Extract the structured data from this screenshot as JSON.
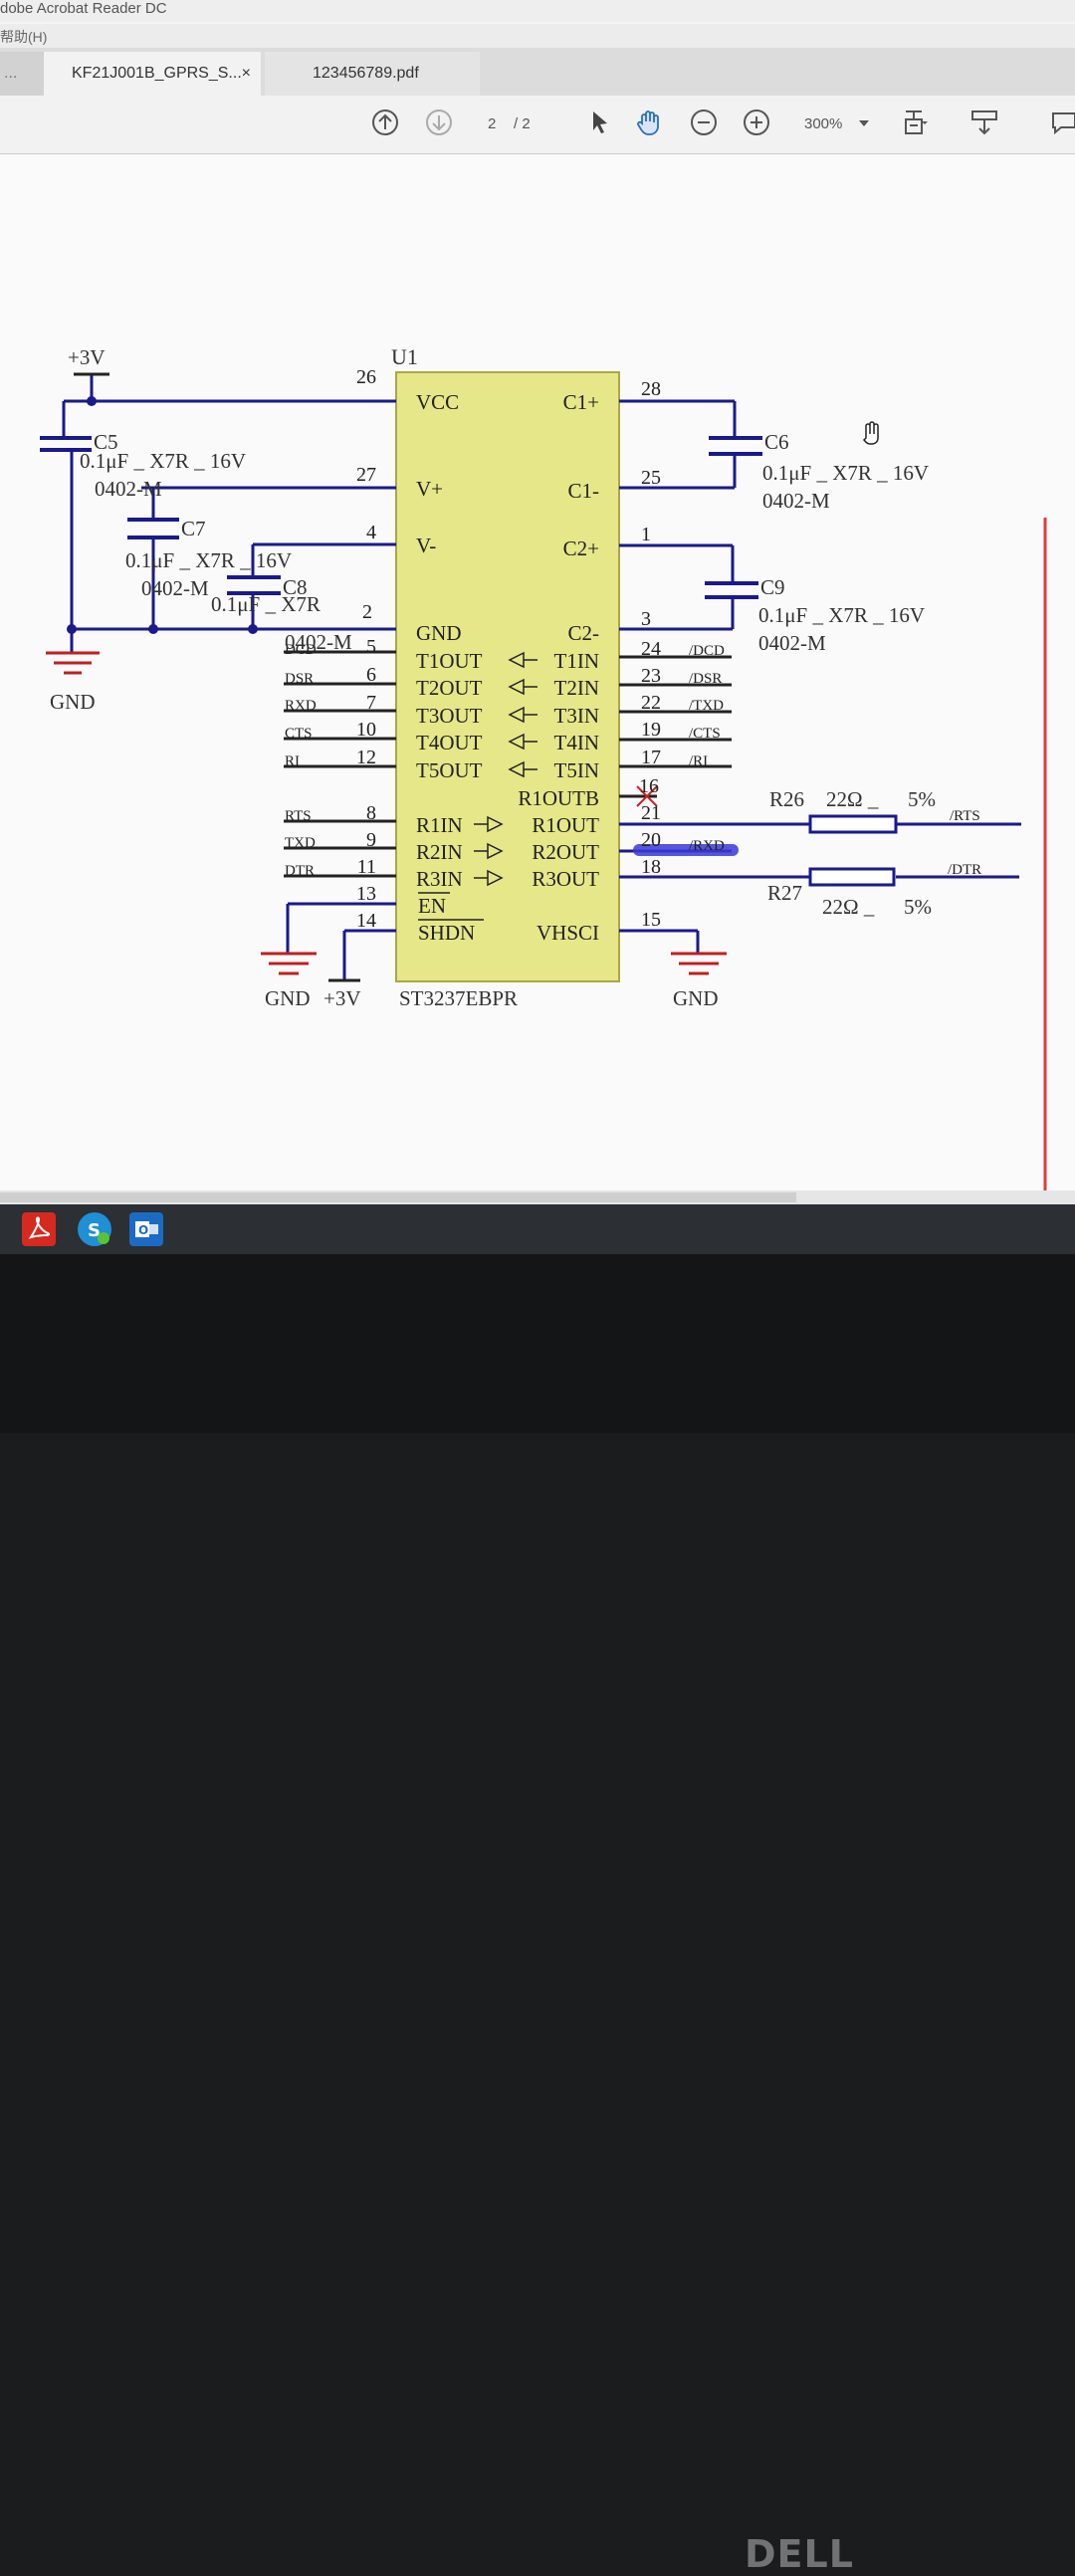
{
  "window": {
    "title": "dobe Acrobat Reader DC",
    "menu": "帮助(H)"
  },
  "tabs": {
    "more": "...",
    "tab1": "KF21J001B_GPRS_S...",
    "tab1_close": "×",
    "tab2": "123456789.pdf"
  },
  "toolbar": {
    "page_current": "2",
    "page_total": "/ 2",
    "zoom": "300%"
  },
  "schematic": {
    "chip_ref": "U1",
    "chip_part": "ST3237EBPR",
    "power_top": "+3V",
    "gnd": "GND",
    "left_pins": [
      {
        "name": "VCC",
        "num": "26"
      },
      {
        "name": "V+",
        "num": "27"
      },
      {
        "name": "V-",
        "num": "4"
      },
      {
        "name": "GND",
        "num": "2"
      },
      {
        "name": "T1OUT",
        "num": "5",
        "net": "DCD"
      },
      {
        "name": "T2OUT",
        "num": "6",
        "net": "DSR"
      },
      {
        "name": "T3OUT",
        "num": "7",
        "net": "RXD"
      },
      {
        "name": "T4OUT",
        "num": "10",
        "net": "CTS"
      },
      {
        "name": "T5OUT",
        "num": "12",
        "net": "RI"
      },
      {
        "name": "R1IN",
        "num": "8",
        "net": "RTS"
      },
      {
        "name": "R2IN",
        "num": "9",
        "net": "TXD"
      },
      {
        "name": "R3IN",
        "num": "11",
        "net": "DTR"
      },
      {
        "name": "EN",
        "num": "13"
      },
      {
        "name": "SHDN",
        "num": "14"
      }
    ],
    "right_pins": [
      {
        "name": "C1+",
        "num": "28"
      },
      {
        "name": "C1-",
        "num": "25"
      },
      {
        "name": "C2+",
        "num": "1"
      },
      {
        "name": "C2-",
        "num": "3"
      },
      {
        "name": "T1IN",
        "num": "24",
        "net": "/DCD"
      },
      {
        "name": "T2IN",
        "num": "23",
        "net": "/DSR"
      },
      {
        "name": "T3IN",
        "num": "22",
        "net": "/TXD"
      },
      {
        "name": "T4IN",
        "num": "19",
        "net": "/CTS"
      },
      {
        "name": "T5IN",
        "num": "17",
        "net": "/RI"
      },
      {
        "name": "R1OUTB",
        "num": "16"
      },
      {
        "name": "R1OUT",
        "num": "21",
        "net": "/RTS"
      },
      {
        "name": "R2OUT",
        "num": "20",
        "net": "/RXD"
      },
      {
        "name": "R3OUT",
        "num": "18",
        "net": "/DTR"
      },
      {
        "name": "VHSCI",
        "num": "15"
      }
    ],
    "pin_extra": "16",
    "caps": {
      "c5": {
        "ref": "C5",
        "val": "0.1μF _ X7R _ 16V",
        "pkg": "0402-M"
      },
      "c7": {
        "ref": "C7",
        "val": "0.1μF _ X7R _ 16V",
        "pkg": "0402-M"
      },
      "c8": {
        "ref": "C8",
        "val": "0.1μF _ X7R",
        "pkg": "0402-M"
      },
      "c6": {
        "ref": "C6",
        "val": "0.1μF _ X7R _ 16V",
        "pkg": "0402-M"
      },
      "c9": {
        "ref": "C9",
        "val": "0.1μF _ X7R _ 16V",
        "pkg": "0402-M"
      }
    },
    "resistors": {
      "r26": {
        "ref": "R26",
        "val": "22Ω _",
        "tol": "5%",
        "net": "/RTS"
      },
      "r27": {
        "ref": "R27",
        "val": "22Ω _",
        "tol": "5%",
        "net": "/DTR"
      }
    },
    "bottom_labels": {
      "gnd_left": "GND",
      "v3": "+3V",
      "gnd_right": "GND"
    }
  },
  "monitor": {
    "brand": "DELL"
  }
}
